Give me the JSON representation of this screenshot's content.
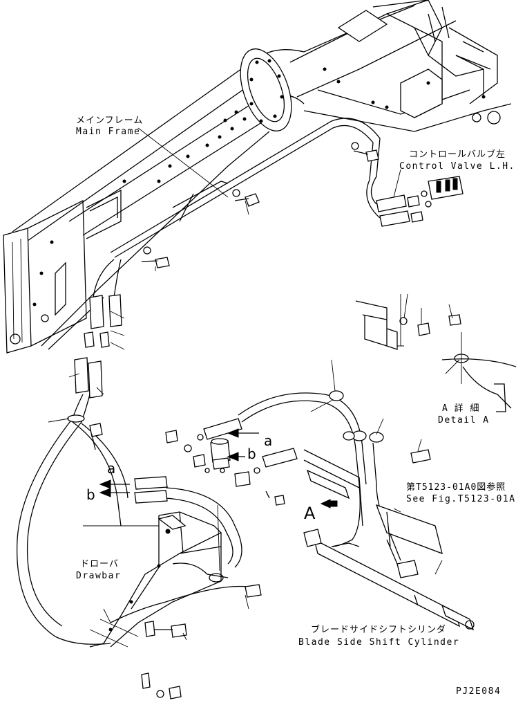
{
  "labels": {
    "main_frame_jp": "メインフレーム",
    "main_frame_en": "Main Frame",
    "control_valve_jp": "コントロールバルブ左",
    "control_valve_en": "Control Valve L.H.",
    "detail_jp": "A 詳 細",
    "detail_en": "Detail A",
    "see_fig_jp": "第T5123-01A0図参照",
    "see_fig_en": "See Fig.T5123-01A0",
    "drawbar_jp": "ドローバ",
    "drawbar_en": "Drawbar",
    "cylinder_jp": "ブレードサイドシフトシリンダ",
    "cylinder_en": "Blade Side Shift Cylinder",
    "detail_marker": "A",
    "connection_a": "a",
    "connection_b": "b",
    "drawing_code": "PJ2E084"
  },
  "colors": {
    "line": "#000000",
    "background": "#ffffff"
  }
}
